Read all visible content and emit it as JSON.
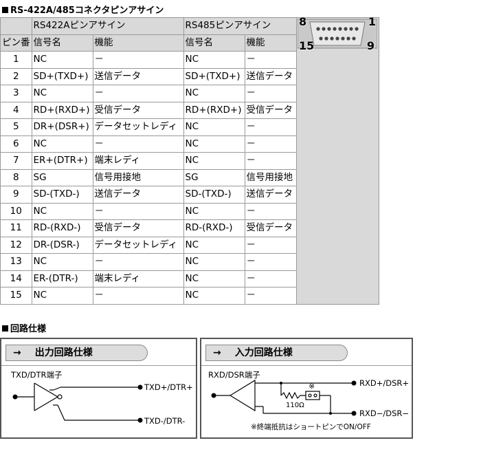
{
  "title_connector": "RS-422A/485コネクタピンアサイン",
  "title_circuit": "回路仕様",
  "table": {
    "group_rs422": "RS422Aピンアサイン",
    "group_rs485": "RS485ピンアサイン",
    "col_pin": "ピン番",
    "col_signal": "信号名",
    "col_function": "機能",
    "rows": [
      {
        "pin": "1",
        "s422": "NC",
        "f422": "－",
        "s485": "NC",
        "f485": "－"
      },
      {
        "pin": "2",
        "s422": "SD+(TXD+)",
        "f422": "送信データ",
        "s485": "SD+(TXD+)",
        "f485": "送信データ"
      },
      {
        "pin": "3",
        "s422": "NC",
        "f422": "－",
        "s485": "NC",
        "f485": "－"
      },
      {
        "pin": "4",
        "s422": "RD+(RXD+)",
        "f422": "受信データ",
        "s485": "RD+(RXD+)",
        "f485": "受信データ"
      },
      {
        "pin": "5",
        "s422": "DR+(DSR+)",
        "f422": "データセットレディ",
        "s485": "NC",
        "f485": "－"
      },
      {
        "pin": "6",
        "s422": "NC",
        "f422": "－",
        "s485": "NC",
        "f485": "－"
      },
      {
        "pin": "7",
        "s422": "ER+(DTR+)",
        "f422": "端末レディ",
        "s485": "NC",
        "f485": "－"
      },
      {
        "pin": "8",
        "s422": "SG",
        "f422": "信号用接地",
        "s485": "SG",
        "f485": "信号用接地"
      },
      {
        "pin": "9",
        "s422": "SD-(TXD-)",
        "f422": "送信データ",
        "s485": "SD-(TXD-)",
        "f485": "送信データ"
      },
      {
        "pin": "10",
        "s422": "NC",
        "f422": "－",
        "s485": "NC",
        "f485": "－"
      },
      {
        "pin": "11",
        "s422": "RD-(RXD-)",
        "f422": "受信データ",
        "s485": "RD-(RXD-)",
        "f485": "受信データ"
      },
      {
        "pin": "12",
        "s422": "DR-(DSR-)",
        "f422": "データセットレディ",
        "s485": "NC",
        "f485": "－"
      },
      {
        "pin": "13",
        "s422": "NC",
        "f422": "－",
        "s485": "NC",
        "f485": "－"
      },
      {
        "pin": "14",
        "s422": "ER-(DTR-)",
        "f422": "端末レディ",
        "s485": "NC",
        "f485": "－"
      },
      {
        "pin": "15",
        "s422": "NC",
        "f422": "－",
        "s485": "NC",
        "f485": "－"
      }
    ]
  },
  "connector": {
    "pin_tl": "8",
    "pin_tr": "1",
    "pin_bl": "15",
    "pin_br": "9"
  },
  "output_panel": {
    "arrow": "→",
    "heading": "出力回路仕様",
    "terminal": "TXD/DTR端子",
    "out_plus": "TXD+/DTR+",
    "out_minus": "TXD-/DTR-"
  },
  "input_panel": {
    "arrow": "→",
    "heading": "入力回路仕様",
    "terminal": "RXD/DSR端子",
    "in_plus": "RXD+/DSR+",
    "in_minus": "RXD−/DSR−",
    "resistor": "110Ω",
    "mark": "※",
    "note": "※終端抵抗はショートピンでON/OFF"
  }
}
